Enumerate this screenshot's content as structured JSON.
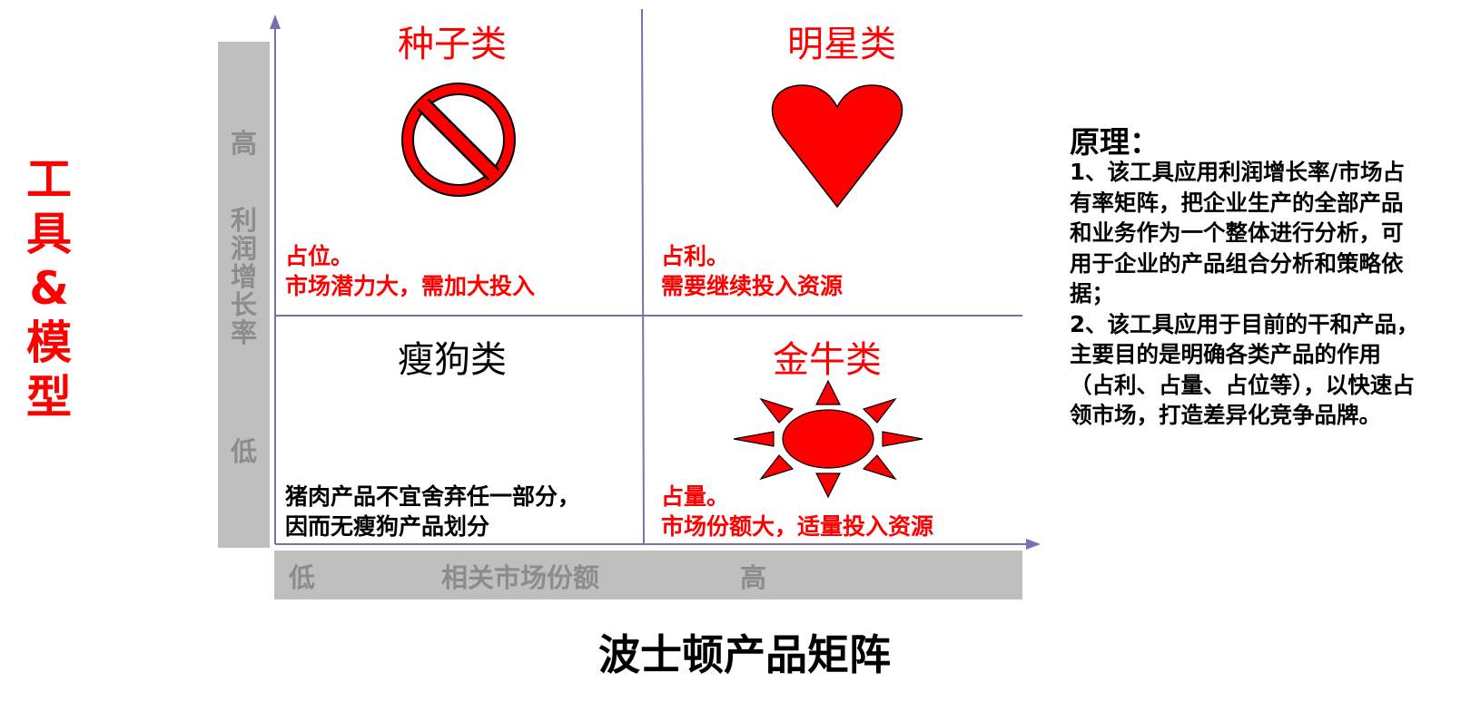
{
  "side_title": "工\n具\n&\n模\n型",
  "main_title": "波士顿产品矩阵",
  "axes": {
    "y_high": "高",
    "y_label": "利\n润\n增\n长\n率",
    "y_low": "低",
    "x_low": "低",
    "x_label": "相关市场份额",
    "x_high": "高",
    "line_color": "#7b6fb0",
    "bar_color": "#bfbfbf"
  },
  "quadrants": {
    "seed": {
      "title": "种子类",
      "desc": "占位。\n市场潜力大，需加大投入",
      "icon": "no-entry-icon"
    },
    "star": {
      "title": "明星类",
      "desc": "占利。\n需要继续投入资源",
      "icon": "heart-icon"
    },
    "dog": {
      "title": "瘦狗类",
      "desc": "猪肉产品不宜舍弃任一部分，\n因而无瘦狗产品划分"
    },
    "cow": {
      "title": "金牛类",
      "desc": "占量。\n市场份额大，适量投入资源",
      "icon": "sun-icon"
    }
  },
  "principle": {
    "heading": "原理：",
    "points": [
      "1、该工具应用利润增长率/市场占有率矩阵，把企业生产的全部产品和业务作为一个整体进行分析，可用于企业的产品组合分析和策略依据；",
      "2、该工具应用于目前的干和产品，主要目的是明确各类产品的作用（占利、占量、占位等），以快速占领市场，打造差异化竞争品牌。"
    ]
  },
  "colors": {
    "accent": "#ff0000"
  }
}
